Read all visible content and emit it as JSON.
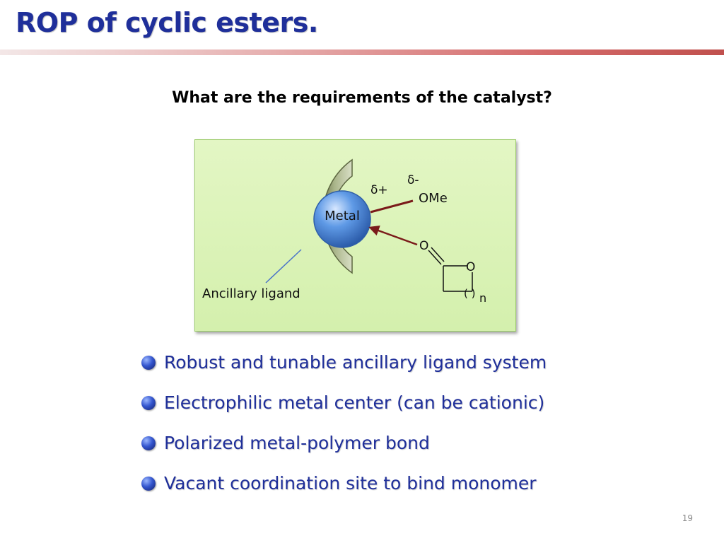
{
  "slide": {
    "title": "ROP of cyclic esters.",
    "question": "What are the requirements of the catalyst?",
    "page_number": "19"
  },
  "figure": {
    "metal_label": "Metal",
    "ligand_label": "Ancillary ligand",
    "delta_plus": "δ+",
    "delta_minus": "δ-",
    "ome_label": "OMe",
    "carbonyl_o": "O",
    "ring_o": "O",
    "paren_label": "( )",
    "n_label": "n",
    "colors": {
      "metal": "#4a86d8",
      "ligand": "#8e9a6a",
      "arrow": "#7a1a1a",
      "box_bg": "#dbf3b6"
    }
  },
  "bullets": [
    "Robust and tunable ancillary ligand system",
    "Electrophilic metal center (can be cationic)",
    "Polarized metal-polymer bond",
    "Vacant coordination site to bind monomer"
  ],
  "theme": {
    "title_color": "#1f2f9a",
    "rule_color": "#c0504d"
  }
}
